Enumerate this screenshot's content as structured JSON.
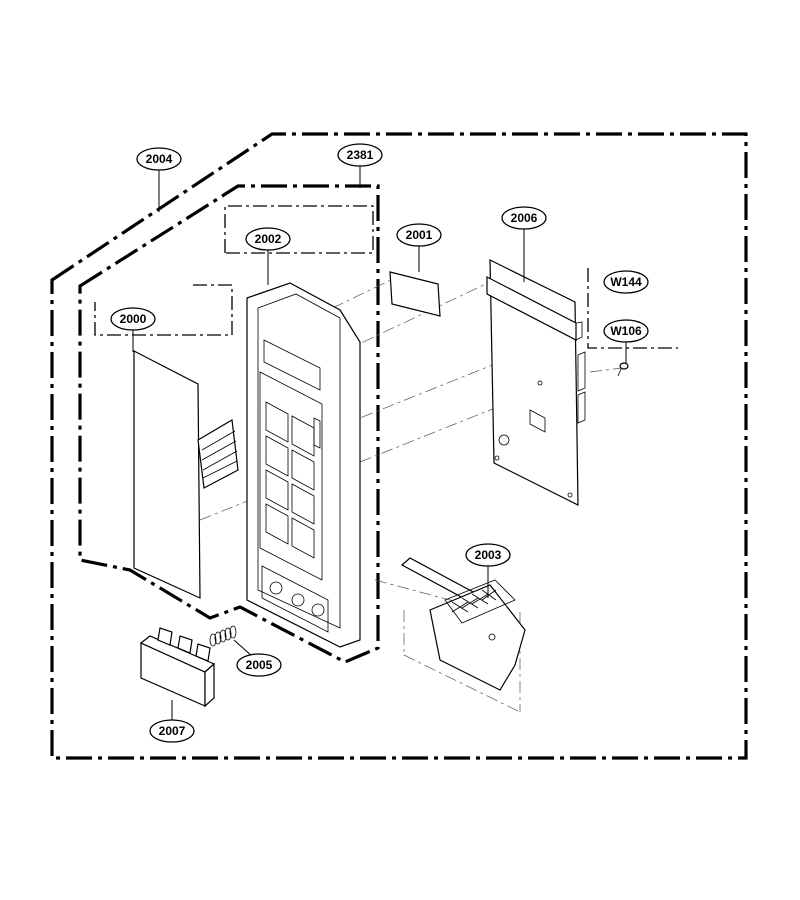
{
  "callouts": {
    "c2004": "2004",
    "c2381": "2381",
    "c2002": "2002",
    "c2000": "2000",
    "c2001": "2001",
    "c2006": "2006",
    "cW144": "W144",
    "cW106": "W106",
    "c2003": "2003",
    "c2005": "2005",
    "c2007": "2007"
  }
}
